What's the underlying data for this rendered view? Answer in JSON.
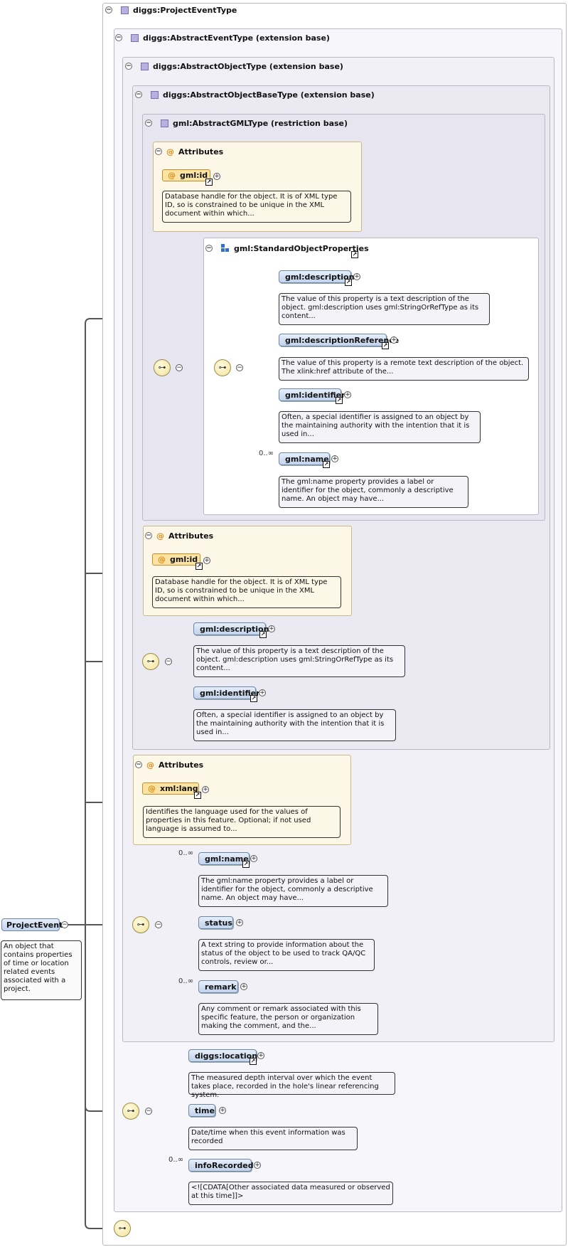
{
  "diagram": {
    "root": {
      "name": "ProjectEvent",
      "doc": "An object that contains properties of time or location related events associated with a project."
    },
    "frames": {
      "project_event_type": "diggs:ProjectEventType",
      "abstract_event_type": "diggs:AbstractEventType (extension base)",
      "abstract_object_type": "diggs:AbstractObjectType (extension base)",
      "abstract_object_base_type": "diggs:AbstractObjectBaseType (extension base)",
      "abstract_gml_type": "gml:AbstractGMLType (restriction base)",
      "standard_object_properties": "gml:StandardObjectProperties"
    },
    "attributes_label": "Attributes",
    "at_glyph": "@",
    "plus_glyph": "+",
    "minus_glyph": "−",
    "ref_glyph": "↗",
    "seq_glyph": "⊶",
    "gml_id": {
      "name": "gml:id",
      "doc": "Database handle for the object. It is of XML type ID, so is constrained to be unique in the XML document within which..."
    },
    "xml_lang": {
      "name": "xml:lang",
      "doc": "Identifies the language used for the values of properties in this feature. Optional; if not used language is assumed to..."
    },
    "elements": {
      "gml_description": {
        "name": "gml:description",
        "doc": "The value of this property is a text description of the object. gml:description uses gml:StringOrRefType as its content..."
      },
      "gml_description_reference": {
        "name": "gml:descriptionReference",
        "doc": "The value of this property is a remote text description of the object. The xlink:href attribute of the..."
      },
      "gml_identifier": {
        "name": "gml:identifier",
        "doc": "Often, a special identifier is assigned to an object by the maintaining authority with the intention that it is used in..."
      },
      "gml_name": {
        "name": "gml:name",
        "doc": "The gml:name property provides a label or identifier for the object, commonly a descriptive name. An object may have..."
      },
      "status": {
        "name": "status",
        "doc": "A text string to provide information about the status of the object to be used to track QA/QC controls, review or..."
      },
      "remark": {
        "name": "remark",
        "doc": "Any comment or remark associated with this specific feature, the person or organization making the comment, and the..."
      },
      "diggs_location": {
        "name": "diggs:location",
        "doc": "The measured depth interval over which the event takes place, recorded in the hole's linear referencing system."
      },
      "time": {
        "name": "time",
        "doc": "Date/time when this event information was recorded"
      },
      "info_recorded": {
        "name": "infoRecorded",
        "doc": "<![CDATA[Other associated data measured or observed at this time]]>"
      }
    },
    "cardinality_many": "0..∞"
  }
}
